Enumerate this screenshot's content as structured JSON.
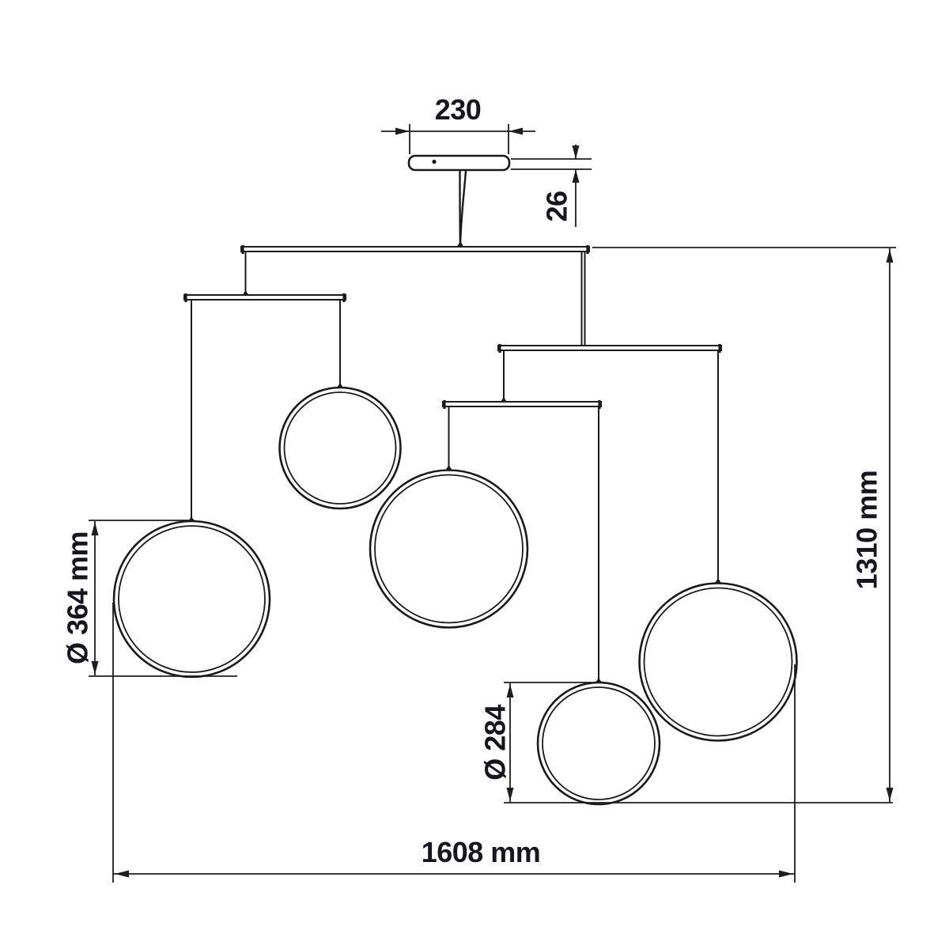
{
  "drawing": {
    "kind": "pendant-light-dimension-diagram",
    "labels": {
      "canopy_width": "230",
      "canopy_thickness": "26",
      "large_ring_diameter": "Ø 364 mm",
      "small_ring_diameter": "Ø 284",
      "overall_height": "1310 mm",
      "overall_width": "1608 mm"
    },
    "colors": {
      "line": "#1a1a1a",
      "dimension_text": "#16161e",
      "background": "#ffffff"
    }
  }
}
